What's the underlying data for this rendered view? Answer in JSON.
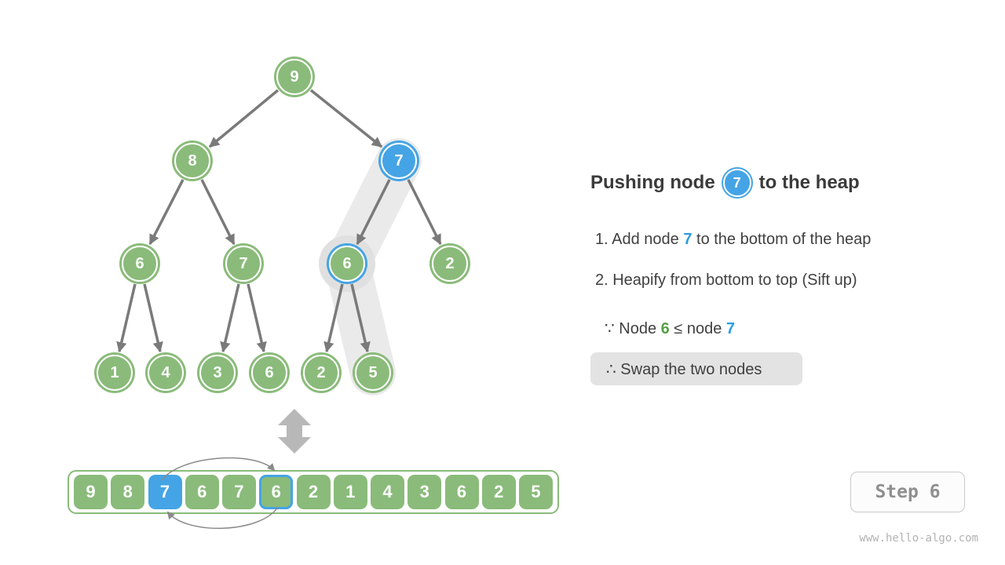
{
  "panel": {
    "title_prefix": "Pushing node",
    "title_node_value": "7",
    "title_suffix": "to the heap",
    "step1_pre": "1. Add node ",
    "step1_hl": "7",
    "step1_post": " to the bottom of the heap",
    "step2_text": "2. Heapify from bottom to top (Sift up)",
    "because_pre": "∵ Node ",
    "because_green": "6",
    "because_mid": " ≤ node ",
    "because_blue": "7",
    "therefore_text": "∴ Swap the two nodes"
  },
  "tree": {
    "nodes": [
      {
        "value": "9",
        "state": "normal"
      },
      {
        "value": "8",
        "state": "normal"
      },
      {
        "value": "7",
        "state": "active"
      },
      {
        "value": "6",
        "state": "normal"
      },
      {
        "value": "7",
        "state": "normal"
      },
      {
        "value": "6",
        "state": "ring"
      },
      {
        "value": "2",
        "state": "normal"
      },
      {
        "value": "1",
        "state": "normal"
      },
      {
        "value": "4",
        "state": "normal"
      },
      {
        "value": "3",
        "state": "normal"
      },
      {
        "value": "6",
        "state": "normal"
      },
      {
        "value": "2",
        "state": "normal"
      },
      {
        "value": "5",
        "state": "normal"
      }
    ]
  },
  "array": {
    "cells": [
      {
        "value": "9",
        "state": "normal"
      },
      {
        "value": "8",
        "state": "normal"
      },
      {
        "value": "7",
        "state": "active"
      },
      {
        "value": "6",
        "state": "normal"
      },
      {
        "value": "7",
        "state": "normal"
      },
      {
        "value": "6",
        "state": "ring"
      },
      {
        "value": "2",
        "state": "normal"
      },
      {
        "value": "1",
        "state": "normal"
      },
      {
        "value": "4",
        "state": "normal"
      },
      {
        "value": "3",
        "state": "normal"
      },
      {
        "value": "6",
        "state": "normal"
      },
      {
        "value": "2",
        "state": "normal"
      },
      {
        "value": "5",
        "state": "normal"
      }
    ]
  },
  "step_badge_label": "Step 6",
  "footer_text": "www.hello-algo.com",
  "colors": {
    "node_green": "#8abb7a",
    "node_blue": "#45a4e5",
    "text_green": "#55a046",
    "text_blue": "#2d9be0",
    "edge_gray": "#7a7a7a",
    "band_gray": "#eaeaea",
    "swap_box_bg": "#e3e3e3"
  }
}
